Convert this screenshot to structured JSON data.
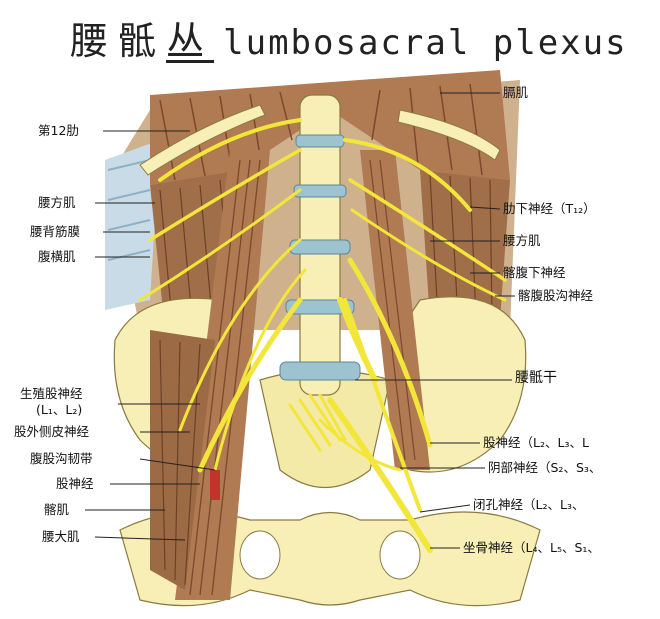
{
  "title": {
    "zh_parts": [
      "腰",
      "骶",
      "丛"
    ],
    "en": "lumbosacral plexus"
  },
  "labels": {
    "rib12": "第12肋",
    "quadratus_left": "腰方肌",
    "thoracolumbar_fascia": "腰背筋膜",
    "transversus_abdominis": "腹横肌",
    "genitofemoral": "生殖股神经",
    "genitofemoral_roots": "(L₁、L₂)",
    "lateral_femoral_cutaneous": "股外侧皮神经",
    "inguinal_ligament": "腹股沟韧带",
    "femoral_left": "股神经",
    "iliacus": "髂肌",
    "psoas_major": "腰大肌",
    "diaphragm": "膈肌",
    "subcostal": "肋下神经（T₁₂）",
    "quadratus_right": "腰方肌",
    "iliohypogastric": "髂腹下神经",
    "ilioinguinal": "髂腹股沟神经",
    "lumbosacral_trunk": "腰骶干",
    "femoral_right": "股神经（L₂、L₃、L",
    "pudendal": "阴部神经（S₂、S₃、",
    "obturator": "闭孔神经（L₂、L₃、",
    "sciatic": "坐骨神经（L₄、L₅、S₁、"
  },
  "colors": {
    "nerve": "#f2e63a",
    "muscle": "#b07a52",
    "muscle_dark": "#7a4a2e",
    "bone": "#f7efb5",
    "disc": "#9cc3cf",
    "fascia": "#c9dbe6"
  }
}
